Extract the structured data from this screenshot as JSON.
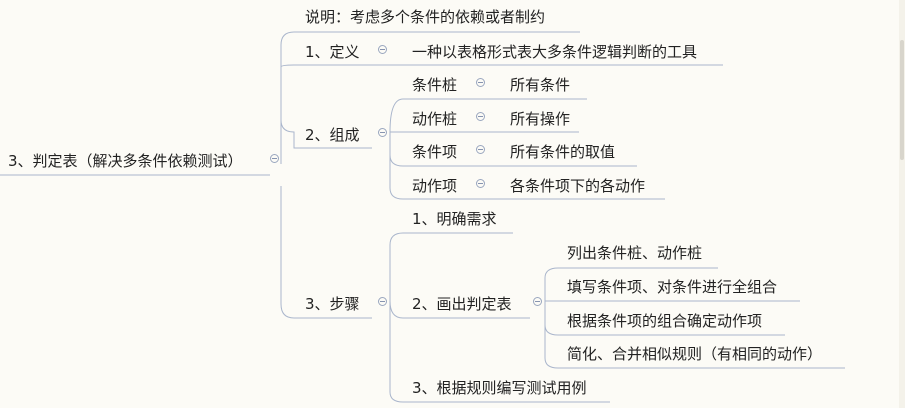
{
  "root": "3、判定表（解决多条件依赖测试）",
  "note": "说明：考虑多个条件的依赖或者制约",
  "definition": {
    "label": "1、定义",
    "text": "一种以表格形式表大多条件逻辑判断的工具"
  },
  "composition": {
    "label": "2、组成",
    "items": [
      {
        "label": "条件桩",
        "text": "所有条件"
      },
      {
        "label": "动作桩",
        "text": "所有操作"
      },
      {
        "label": "条件项",
        "text": "所有条件的取值"
      },
      {
        "label": "动作项",
        "text": "各条件项下的各动作"
      }
    ]
  },
  "steps": {
    "label": "3、步骤",
    "step1": "1、明确需求",
    "step2": {
      "label": "2、画出判定表",
      "items": [
        "列出条件桩、动作桩",
        "填写条件项、对条件进行全组合",
        "根据条件项的组合确定动作项",
        "简化、合并相似规则（有相同的动作）"
      ]
    },
    "step3": "3、根据规则编写测试用例"
  }
}
